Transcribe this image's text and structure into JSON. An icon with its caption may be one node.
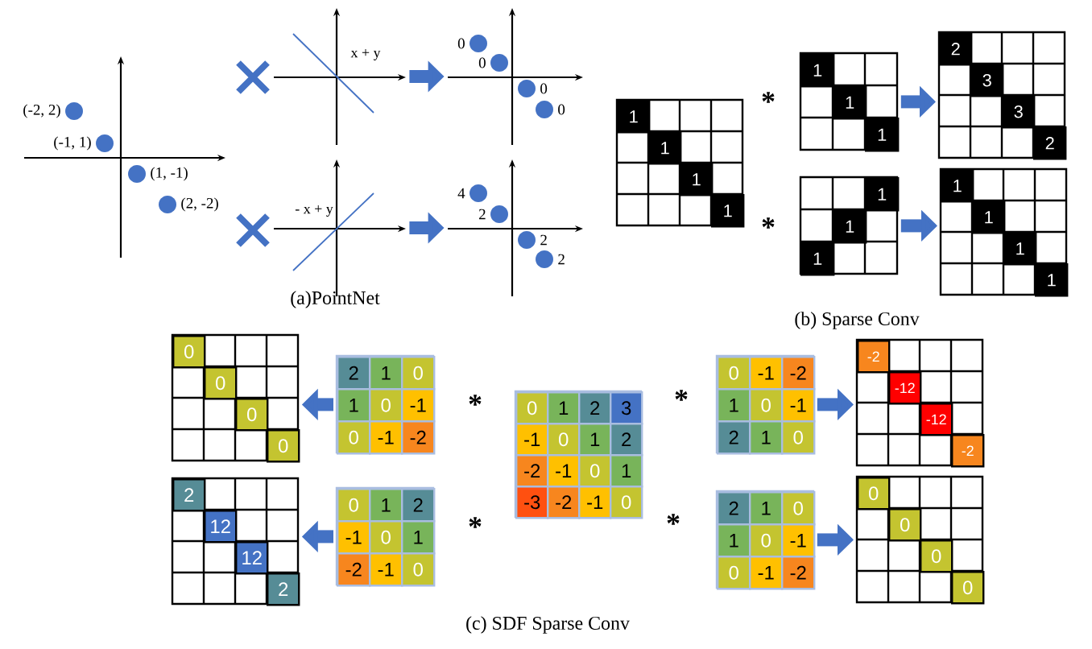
{
  "diagram": {
    "nodes": [
      {
        "text": [
          "(-2, 2)",
          "(-1, 1)",
          "(1, -1)",
          "(2, -2)"
        ]
      },
      {
        "text": [
          "x + y"
        ]
      },
      {
        "text": [
          "0",
          "0",
          "0",
          "0"
        ]
      },
      {
        "text": [
          "- x + y"
        ]
      },
      {
        "text": [
          "4",
          "2",
          "2",
          "2"
        ]
      },
      {
        "text": [
          "1",
          "1",
          "1",
          "1"
        ]
      },
      {
        "text": [
          "1",
          "1",
          "1"
        ]
      },
      {
        "text": [
          "2",
          "3",
          "3",
          "2"
        ]
      },
      {
        "text": [
          "1",
          "1",
          "1"
        ]
      },
      {
        "text": [
          "1",
          "1",
          "1",
          "1"
        ]
      },
      {
        "text": [
          "0",
          "0",
          "0",
          "0"
        ]
      },
      {
        "text": [
          "2",
          "1",
          "0",
          "1",
          "0",
          "-1",
          "0",
          "-1",
          "-2"
        ]
      },
      {
        "text": [
          "0",
          "1",
          "2",
          "3",
          "-1",
          "0",
          "1",
          "2",
          "-2",
          "-1",
          "0",
          "1",
          "-3",
          "-2",
          "-1",
          "0"
        ]
      },
      {
        "text": [
          "0",
          "-1",
          "-2",
          "1",
          "0",
          "-1",
          "2",
          "1",
          "0"
        ]
      },
      {
        "text": [
          "-2",
          "-12",
          "-12",
          "-2"
        ]
      },
      {
        "text": [
          "2",
          "12",
          "12",
          "2"
        ]
      },
      {
        "text": [
          "0",
          "1",
          "2",
          "-1",
          "0",
          "1",
          "-2",
          "-1",
          "0"
        ]
      },
      {
        "text": [
          "2",
          "1",
          "0",
          "1",
          "0",
          "-1",
          "0",
          "-1",
          "-2"
        ]
      },
      {
        "text": [
          "0",
          "0",
          "0",
          "0"
        ]
      }
    ],
    "edges": [
      {
        "from": 1,
        "to": 2,
        "arrow": "to"
      },
      {
        "from": 3,
        "to": 4,
        "arrow": "to"
      },
      {
        "from": 6,
        "to": 7,
        "arrow": "to"
      },
      {
        "from": 8,
        "to": 9,
        "arrow": "to"
      },
      {
        "from": 11,
        "to": 10,
        "arrow": "to"
      },
      {
        "from": 13,
        "to": 14,
        "arrow": "to"
      },
      {
        "from": 16,
        "to": 15,
        "arrow": "to"
      },
      {
        "from": 17,
        "to": 18,
        "arrow": "to"
      }
    ],
    "labels": [
      "*",
      "*",
      "(a)PointNet",
      "(b) Sparse Conv",
      "*",
      "*",
      "*",
      "*",
      "(c) SDF Sparse Conv"
    ]
  }
}
